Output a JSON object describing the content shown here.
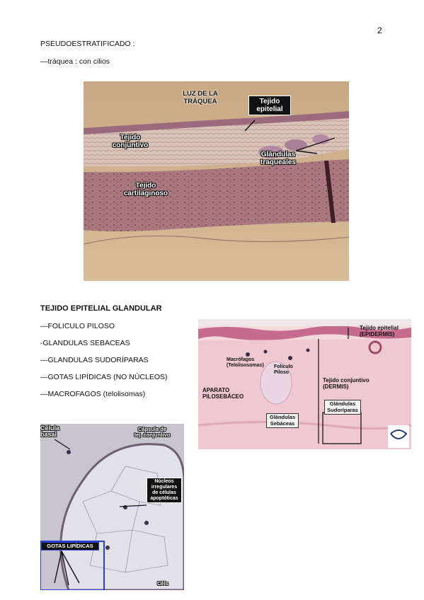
{
  "page_number": "2",
  "section1": {
    "heading": "PSEUDOESTRATIFICADO :",
    "items": [
      "—tráquea : con cilios"
    ]
  },
  "figure1": {
    "labels": {
      "lumen": "LUZ DE LA\nTRÁQUEA",
      "epithelium": "Tejido\nepitelial",
      "connective": "Tejido\nconjuntivo",
      "glands": "Glándulas\ntraqueales",
      "cartilage": "Tejido\ncartilaginoso"
    }
  },
  "section2": {
    "heading": "TEJIDO EPITELIAL GLANDULAR",
    "items": [
      "—FOLICULO PILOSO",
      "-GLANDULAS SEBACEAS",
      "—GLANDULAS SUDORÍPARAS",
      "—GOTAS LIPÍDICAS (NO NÚCLEOS)",
      "—MACROFAGOS (telolisomas)"
    ]
  },
  "figure2": {
    "labels": {
      "epidermis": "Tejido epitelial\n(EPIDERMIS)",
      "macrophages": "Macrófagos\n(Telolisosomas)",
      "follicle": "Folículo\nPiloso",
      "apparatus": "APARATO\nPILOSEBÁCEO",
      "dermis": "Tejido conjuntivo\n(DERMIS)",
      "sebaceous": "Glándulas\nSebáceas",
      "sweat": "Glándulas\nSudoríparas"
    }
  },
  "figure3": {
    "labels": {
      "basal": "Célula\nbasal",
      "capsule": "Cápsula de\ntej. conjuntivo",
      "nuclei": "Núcleos\nirregulares\nde células\napoptóticas",
      "lipid": "GOTAS LIPÍDICAS",
      "cells": "Céls"
    }
  }
}
